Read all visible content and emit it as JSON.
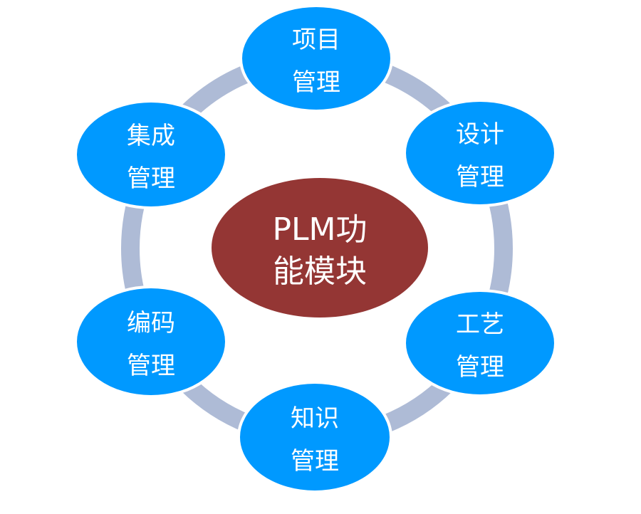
{
  "diagram": {
    "center": {
      "lines": [
        "PLM功",
        "能模块"
      ],
      "color": "#943634"
    },
    "ring_color": "#aebbd6",
    "node_color": "#0099ff",
    "nodes": [
      {
        "id": "project",
        "lines": [
          "项目",
          "管理"
        ]
      },
      {
        "id": "design",
        "lines": [
          "设计",
          "管理"
        ]
      },
      {
        "id": "process",
        "lines": [
          "工艺",
          "管理"
        ]
      },
      {
        "id": "knowledge",
        "lines": [
          "知识",
          "管理"
        ]
      },
      {
        "id": "coding",
        "lines": [
          "编码",
          "管理"
        ]
      },
      {
        "id": "integration",
        "lines": [
          "集成",
          "管理"
        ]
      }
    ]
  }
}
